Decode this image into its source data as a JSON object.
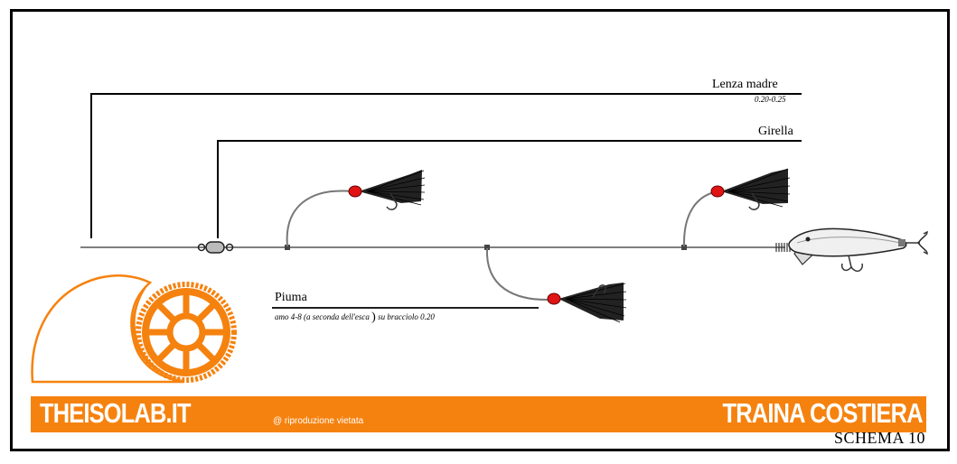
{
  "labels": {
    "main_line": {
      "title": "Lenza madre",
      "detail": "0.20-0.25"
    },
    "swivel": {
      "title": "Girella"
    },
    "feather": {
      "title": "Piuma",
      "detail_a": "amo 4-8 (a seconda dell'esca",
      "detail_b": "su bracciolo 0.20"
    }
  },
  "banner": {
    "brand": "THEISOLAB.IT",
    "copyright": "@ riproduzione vietata",
    "title": "TRAINA COSTIERA"
  },
  "schema": "SCHEMA 10",
  "colors": {
    "brand_orange": "#f5820f",
    "feather_head": "#e01414",
    "line": "#555555"
  },
  "icons": [
    "logo-wheel-icon",
    "swivel-icon",
    "feather-lure-icon",
    "minnow-lure-icon",
    "treble-hook-icon"
  ]
}
